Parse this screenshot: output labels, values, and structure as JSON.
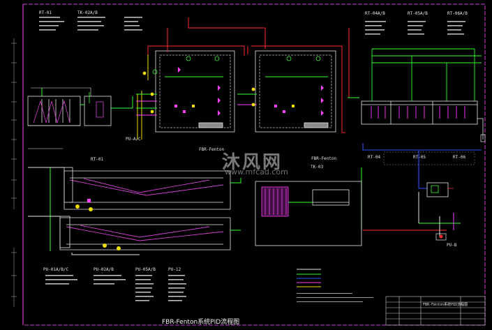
{
  "drawing": {
    "title": "FBR-Fenton系统PID流程图",
    "watermark": "沐风网",
    "watermark_url": "www.mfcad.com",
    "titleblock_text": "FBR-Fenton系统PID流程图"
  },
  "equipment_headers": {
    "rt01": "RT-01",
    "tk02": "TK-02A/B",
    "pu01": "PU-01A/B/C",
    "pu02": "PU-02A/B",
    "pu05": "PU-05A/B",
    "pu12": "PU-12",
    "rt04": "RT-04A/B",
    "rt05": "RT-05A/B",
    "rt06": "RT-06A/B"
  },
  "equipment_labels": {
    "rt01_tag": "RT-01",
    "fbr_left": "FBR-Fenton",
    "fbr_right": "FBR-Fenton",
    "tk03": "TK-03",
    "rt04_small": "RT-04",
    "rt05_small": "RT-05",
    "rt06_small": "RT-06",
    "pu_ac": "PU-A/C",
    "pu_b": "PU-B"
  },
  "colors": {
    "background": "#000000",
    "border": "#d040d0",
    "pipe_green": "#33ff33",
    "pipe_red": "#ff2a2a",
    "pipe_yellow": "#f0e000",
    "pipe_magenta": "#ff40ff",
    "pipe_blue": "#2a50ff",
    "pipe_cyan": "#40e8ff",
    "equipment": "#e6e6e6"
  },
  "icons": [
    "valve-icon",
    "pump-icon",
    "instrument-bubble-icon"
  ]
}
